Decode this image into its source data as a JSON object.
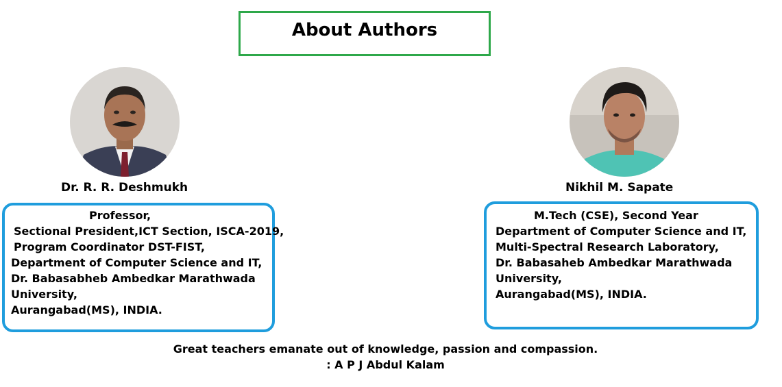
{
  "title": "About Authors",
  "colors": {
    "title_border": "#2ea84a",
    "box_border": "#1f9ddd"
  },
  "authors": [
    {
      "name": "Dr. R. R. Deshmukh",
      "lines": [
        "Professor,",
        "Sectional President,ICT Section, ISCA-2019,",
        "Program Coordinator DST-FIST,",
        "Department of Computer Science and IT,",
        "Dr. Babasabheb Ambedkar Marathwada",
        "University,",
        "Aurangabad(MS), INDIA."
      ]
    },
    {
      "name": "Nikhil M. Sapate",
      "lines": [
        "M.Tech (CSE), Second Year",
        "Department of Computer Science and IT,",
        "Multi-Spectral Research Laboratory,",
        "Dr. Babasaheb Ambedkar Marathwada",
        "University,",
        "Aurangabad(MS), INDIA."
      ]
    }
  ],
  "quote": {
    "text": "Great teachers emanate out of knowledge, passion and compassion.",
    "attribution": ": A P J Abdul Kalam"
  }
}
